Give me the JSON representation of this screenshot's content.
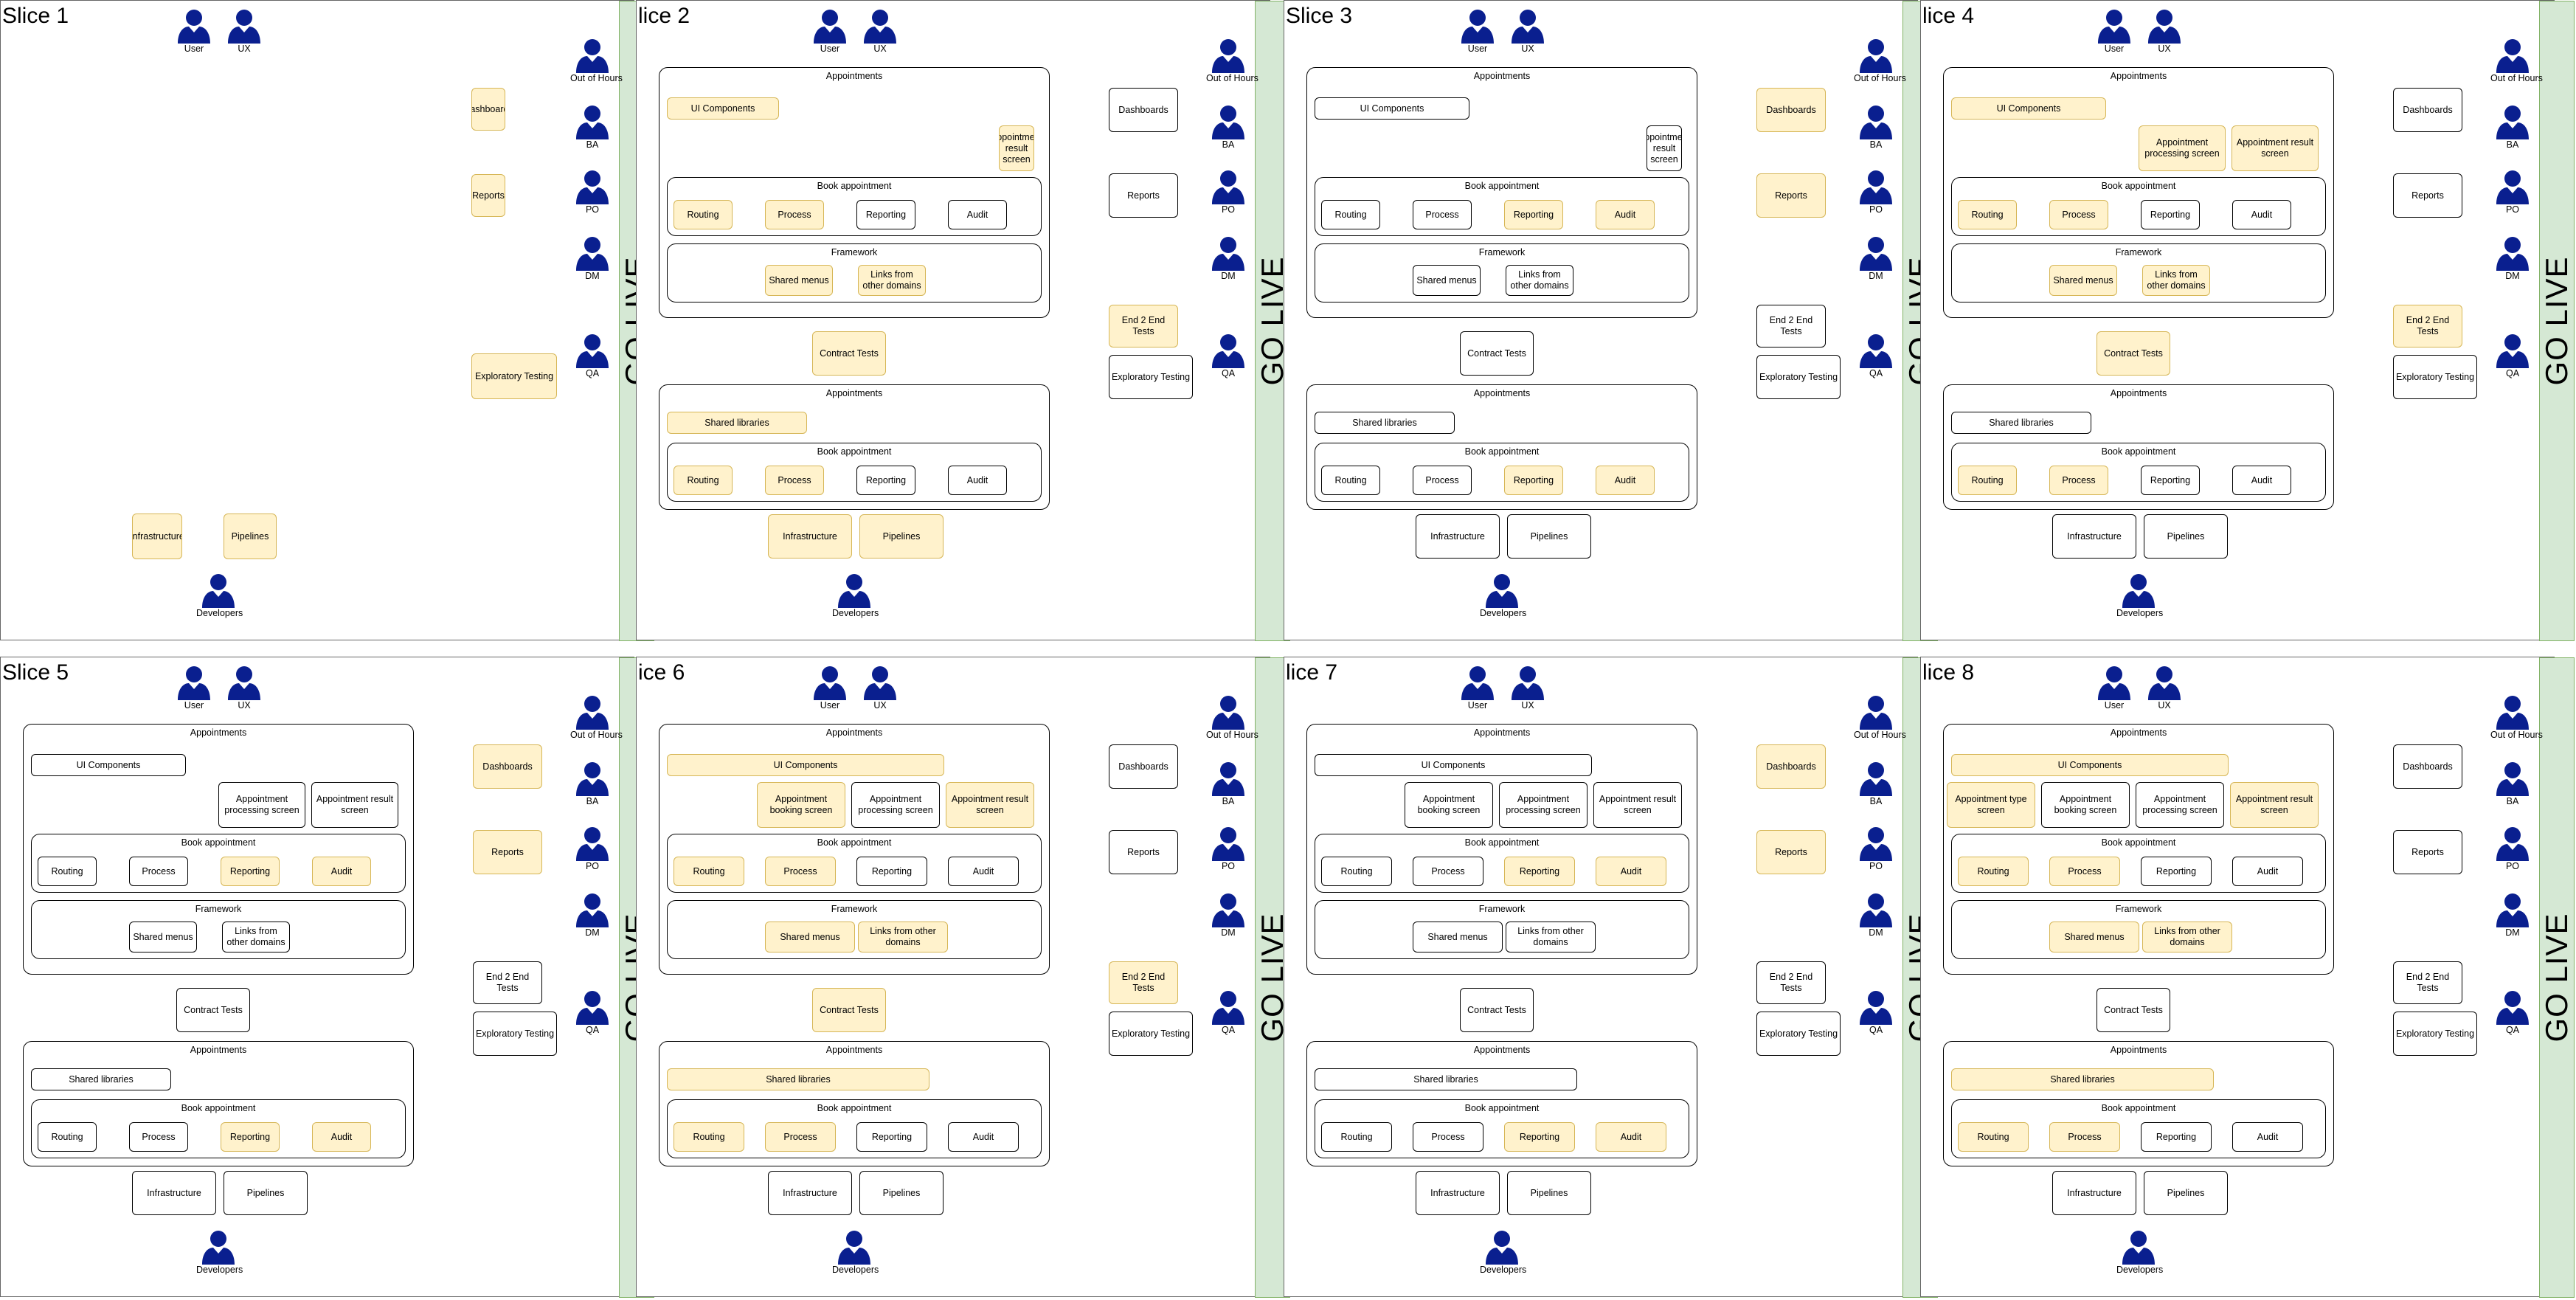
{
  "colors": {
    "highlight_fill": "#fff2cc",
    "highlight_stroke": "#d6b656",
    "golive_fill": "#d5e8d4",
    "person_blue": "#0a1f8f"
  },
  "icons": {
    "person": "person-icon"
  },
  "slices": [
    {
      "title": "Slice 1",
      "people": {
        "user": "User",
        "ux": "UX",
        "ooh": "Out of Hours",
        "ba": "BA",
        "po": "PO",
        "dm": "DM",
        "qa": "QA",
        "dev": "Developers"
      },
      "golive": "GO LIVE",
      "layout_a": null,
      "contract_tests": null,
      "bottom_group": null,
      "boxes": [
        {
          "label": "Dashboards",
          "hl": true
        },
        {
          "label": "Reports",
          "hl": true
        },
        {
          "label": "Exploratory Testing",
          "hl": true
        },
        {
          "label": "Infrastructure",
          "hl": true
        },
        {
          "label": "Pipelines",
          "hl": true
        }
      ]
    },
    {
      "title": "lice 2",
      "people": {
        "user": "User",
        "ux": "UX",
        "ooh": "Out of Hours",
        "ba": "BA",
        "po": "PO",
        "dm": "DM",
        "qa": "QA",
        "dev": "Developers"
      },
      "golive": "GO LIVE",
      "main": {
        "title": "Appointments",
        "ui_components": {
          "label": "UI Components",
          "hl": true
        },
        "screens": [
          {
            "label": "Appointment result screen",
            "hl": true
          }
        ],
        "book": {
          "title": "Book appointment",
          "items": [
            {
              "label": "Routing",
              "hl": true
            },
            {
              "label": "Process",
              "hl": true
            },
            {
              "label": "Reporting",
              "hl": false
            },
            {
              "label": "Audit",
              "hl": false
            }
          ]
        },
        "framework": {
          "title": "Framework",
          "items": [
            {
              "label": "Shared menus",
              "hl": true
            },
            {
              "label": "Links from other domains",
              "hl": true
            }
          ]
        }
      },
      "contract_tests": {
        "label": "Contract Tests",
        "hl": true
      },
      "bottom_group": {
        "title": "Appointments",
        "shared": {
          "label": "Shared libraries",
          "hl": true
        },
        "book": {
          "title": "Book appointment",
          "items": [
            {
              "label": "Routing",
              "hl": true
            },
            {
              "label": "Process",
              "hl": true
            },
            {
              "label": "Reporting",
              "hl": false
            },
            {
              "label": "Audit",
              "hl": false
            }
          ]
        }
      },
      "infra": {
        "label": "Infrastructure",
        "hl": true
      },
      "pipelines": {
        "label": "Pipelines",
        "hl": true
      },
      "side": [
        {
          "label": "Dashboards",
          "hl": false
        },
        {
          "label": "Reports",
          "hl": false
        },
        {
          "label": "End 2 End Tests",
          "hl": true
        },
        {
          "label": "Exploratory Testing",
          "hl": false
        }
      ]
    },
    {
      "title": "Slice 3",
      "people": {
        "user": "User",
        "ux": "UX",
        "ooh": "Out of Hours",
        "ba": "BA",
        "po": "PO",
        "dm": "DM",
        "qa": "QA",
        "dev": "Developers"
      },
      "golive": "GO LIVE",
      "main": {
        "title": "Appointments",
        "ui_components": {
          "label": "UI Components",
          "hl": false
        },
        "screens": [
          {
            "label": "Appointment result screen",
            "hl": false
          }
        ],
        "book": {
          "title": "Book appointment",
          "items": [
            {
              "label": "Routing",
              "hl": false
            },
            {
              "label": "Process",
              "hl": false
            },
            {
              "label": "Reporting",
              "hl": true
            },
            {
              "label": "Audit",
              "hl": true
            }
          ]
        },
        "framework": {
          "title": "Framework",
          "items": [
            {
              "label": "Shared menus",
              "hl": false
            },
            {
              "label": "Links from other domains",
              "hl": false
            }
          ]
        }
      },
      "contract_tests": {
        "label": "Contract Tests",
        "hl": false
      },
      "bottom_group": {
        "title": "Appointments",
        "shared": {
          "label": "Shared libraries",
          "hl": false
        },
        "book": {
          "title": "Book appointment",
          "items": [
            {
              "label": "Routing",
              "hl": false
            },
            {
              "label": "Process",
              "hl": false
            },
            {
              "label": "Reporting",
              "hl": true
            },
            {
              "label": "Audit",
              "hl": true
            }
          ]
        }
      },
      "infra": {
        "label": "Infrastructure",
        "hl": false
      },
      "pipelines": {
        "label": "Pipelines",
        "hl": false
      },
      "side": [
        {
          "label": "Dashboards",
          "hl": true
        },
        {
          "label": "Reports",
          "hl": true
        },
        {
          "label": "End 2 End Tests",
          "hl": false
        },
        {
          "label": "Exploratory Testing",
          "hl": false
        }
      ]
    },
    {
      "title": "lice 4",
      "people": {
        "user": "User",
        "ux": "UX",
        "ooh": "Out of Hours",
        "ba": "BA",
        "po": "PO",
        "dm": "DM",
        "qa": "QA",
        "dev": "Developers"
      },
      "golive": "GO LIVE",
      "main": {
        "title": "Appointments",
        "ui_components": {
          "label": "UI Components",
          "hl": true
        },
        "screens": [
          {
            "label": "Appointment processing screen",
            "hl": true
          },
          {
            "label": "Appointment result screen",
            "hl": true
          }
        ],
        "book": {
          "title": "Book appointment",
          "items": [
            {
              "label": "Routing",
              "hl": true
            },
            {
              "label": "Process",
              "hl": true
            },
            {
              "label": "Reporting",
              "hl": false
            },
            {
              "label": "Audit",
              "hl": false
            }
          ]
        },
        "framework": {
          "title": "Framework",
          "items": [
            {
              "label": "Shared menus",
              "hl": true
            },
            {
              "label": "Links from other domains",
              "hl": true
            }
          ]
        }
      },
      "contract_tests": {
        "label": "Contract Tests",
        "hl": true
      },
      "bottom_group": {
        "title": "Appointments",
        "shared": {
          "label": "Shared libraries",
          "hl": false
        },
        "book": {
          "title": "Book appointment",
          "items": [
            {
              "label": "Routing",
              "hl": true
            },
            {
              "label": "Process",
              "hl": true
            },
            {
              "label": "Reporting",
              "hl": false
            },
            {
              "label": "Audit",
              "hl": false
            }
          ]
        }
      },
      "infra": {
        "label": "Infrastructure",
        "hl": false
      },
      "pipelines": {
        "label": "Pipelines",
        "hl": false
      },
      "side": [
        {
          "label": "Dashboards",
          "hl": false
        },
        {
          "label": "Reports",
          "hl": false
        },
        {
          "label": "End 2 End Tests",
          "hl": true
        },
        {
          "label": "Exploratory Testing",
          "hl": false
        }
      ]
    },
    {
      "title": "Slice 5",
      "people": {
        "user": "User",
        "ux": "UX",
        "ooh": "Out of Hours",
        "ba": "BA",
        "po": "PO",
        "dm": "DM",
        "qa": "QA",
        "dev": "Developers"
      },
      "golive": "GO LIVE",
      "main": {
        "title": "Appointments",
        "ui_components": {
          "label": "UI Components",
          "hl": false
        },
        "screens": [
          {
            "label": "Appointment processing screen",
            "hl": false
          },
          {
            "label": "Appointment result screen",
            "hl": false
          }
        ],
        "book": {
          "title": "Book appointment",
          "items": [
            {
              "label": "Routing",
              "hl": false
            },
            {
              "label": "Process",
              "hl": false
            },
            {
              "label": "Reporting",
              "hl": true
            },
            {
              "label": "Audit",
              "hl": true
            }
          ]
        },
        "framework": {
          "title": "Framework",
          "items": [
            {
              "label": "Shared menus",
              "hl": false
            },
            {
              "label": "Links from other domains",
              "hl": false
            }
          ]
        }
      },
      "contract_tests": {
        "label": "Contract Tests",
        "hl": false
      },
      "bottom_group": {
        "title": "Appointments",
        "shared": {
          "label": "Shared libraries",
          "hl": false
        },
        "book": {
          "title": "Book appointment",
          "items": [
            {
              "label": "Routing",
              "hl": false
            },
            {
              "label": "Process",
              "hl": false
            },
            {
              "label": "Reporting",
              "hl": true
            },
            {
              "label": "Audit",
              "hl": true
            }
          ]
        }
      },
      "infra": {
        "label": "Infrastructure",
        "hl": false
      },
      "pipelines": {
        "label": "Pipelines",
        "hl": false
      },
      "side": [
        {
          "label": "Dashboards",
          "hl": true
        },
        {
          "label": "Reports",
          "hl": true
        },
        {
          "label": "End 2 End Tests",
          "hl": false
        },
        {
          "label": "Exploratory Testing",
          "hl": false
        }
      ]
    },
    {
      "title": "ice 6",
      "people": {
        "user": "User",
        "ux": "UX",
        "ooh": "Out of Hours",
        "ba": "BA",
        "po": "PO",
        "dm": "DM",
        "qa": "QA",
        "dev": "Developers"
      },
      "golive": "GO LIVE",
      "main": {
        "title": "Appointments",
        "ui_components": {
          "label": "UI Components",
          "hl": true
        },
        "screens": [
          {
            "label": "Appointment booking screen",
            "hl": true
          },
          {
            "label": "Appointment processing screen",
            "hl": false
          },
          {
            "label": "Appointment result screen",
            "hl": true
          }
        ],
        "book": {
          "title": "Book appointment",
          "items": [
            {
              "label": "Routing",
              "hl": true
            },
            {
              "label": "Process",
              "hl": true
            },
            {
              "label": "Reporting",
              "hl": false
            },
            {
              "label": "Audit",
              "hl": false
            }
          ]
        },
        "framework": {
          "title": "Framework",
          "items": [
            {
              "label": "Shared menus",
              "hl": true
            },
            {
              "label": "Links from other domains",
              "hl": true
            }
          ]
        }
      },
      "contract_tests": {
        "label": "Contract Tests",
        "hl": true
      },
      "bottom_group": {
        "title": "Appointments",
        "shared": {
          "label": "Shared libraries",
          "hl": true
        },
        "book": {
          "title": "Book appointment",
          "items": [
            {
              "label": "Routing",
              "hl": true
            },
            {
              "label": "Process",
              "hl": true
            },
            {
              "label": "Reporting",
              "hl": false
            },
            {
              "label": "Audit",
              "hl": false
            }
          ]
        }
      },
      "infra": {
        "label": "Infrastructure",
        "hl": false
      },
      "pipelines": {
        "label": "Pipelines",
        "hl": false
      },
      "side": [
        {
          "label": "Dashboards",
          "hl": false
        },
        {
          "label": "Reports",
          "hl": false
        },
        {
          "label": "End 2 End Tests",
          "hl": true
        },
        {
          "label": "Exploratory Testing",
          "hl": false
        }
      ]
    },
    {
      "title": "lice 7",
      "people": {
        "user": "User",
        "ux": "UX",
        "ooh": "Out of Hours",
        "ba": "BA",
        "po": "PO",
        "dm": "DM",
        "qa": "QA",
        "dev": "Developers"
      },
      "golive": "GO LIVE",
      "main": {
        "title": "Appointments",
        "ui_components": {
          "label": "UI Components",
          "hl": false
        },
        "screens": [
          {
            "label": "Appointment booking screen",
            "hl": false
          },
          {
            "label": "Appointment processing screen",
            "hl": false
          },
          {
            "label": "Appointment result screen",
            "hl": false
          }
        ],
        "book": {
          "title": "Book appointment",
          "items": [
            {
              "label": "Routing",
              "hl": false
            },
            {
              "label": "Process",
              "hl": false
            },
            {
              "label": "Reporting",
              "hl": true
            },
            {
              "label": "Audit",
              "hl": true
            }
          ]
        },
        "framework": {
          "title": "Framework",
          "items": [
            {
              "label": "Shared menus",
              "hl": false
            },
            {
              "label": "Links from other domains",
              "hl": false
            }
          ]
        }
      },
      "contract_tests": {
        "label": "Contract Tests",
        "hl": false
      },
      "bottom_group": {
        "title": "Appointments",
        "shared": {
          "label": "Shared libraries",
          "hl": false
        },
        "book": {
          "title": "Book appointment",
          "items": [
            {
              "label": "Routing",
              "hl": false
            },
            {
              "label": "Process",
              "hl": false
            },
            {
              "label": "Reporting",
              "hl": true
            },
            {
              "label": "Audit",
              "hl": true
            }
          ]
        }
      },
      "infra": {
        "label": "Infrastructure",
        "hl": false
      },
      "pipelines": {
        "label": "Pipelines",
        "hl": false
      },
      "side": [
        {
          "label": "Dashboards",
          "hl": true
        },
        {
          "label": "Reports",
          "hl": true
        },
        {
          "label": "End 2 End Tests",
          "hl": false
        },
        {
          "label": "Exploratory Testing",
          "hl": false
        }
      ]
    },
    {
      "title": "lice 8",
      "people": {
        "user": "User",
        "ux": "UX",
        "ooh": "Out of Hours",
        "ba": "BA",
        "po": "PO",
        "dm": "DM",
        "qa": "QA",
        "dev": "Developers"
      },
      "golive": "GO LIVE",
      "main": {
        "title": "Appointments",
        "ui_components": {
          "label": "UI Components",
          "hl": true
        },
        "screens": [
          {
            "label": "Appointment type screen",
            "hl": true
          },
          {
            "label": "Appointment booking screen",
            "hl": false
          },
          {
            "label": "Appointment processing screen",
            "hl": false
          },
          {
            "label": "Appointment result screen",
            "hl": true
          }
        ],
        "book": {
          "title": "Book appointment",
          "items": [
            {
              "label": "Routing",
              "hl": true
            },
            {
              "label": "Process",
              "hl": true
            },
            {
              "label": "Reporting",
              "hl": false
            },
            {
              "label": "Audit",
              "hl": false
            }
          ]
        },
        "framework": {
          "title": "Framework",
          "items": [
            {
              "label": "Shared menus",
              "hl": true
            },
            {
              "label": "Links from other domains",
              "hl": true
            }
          ]
        }
      },
      "contract_tests": {
        "label": "Contract Tests",
        "hl": false
      },
      "bottom_group": {
        "title": "Appointments",
        "shared": {
          "label": "Shared libraries",
          "hl": true
        },
        "book": {
          "title": "Book appointment",
          "items": [
            {
              "label": "Routing",
              "hl": true
            },
            {
              "label": "Process",
              "hl": true
            },
            {
              "label": "Reporting",
              "hl": false
            },
            {
              "label": "Audit",
              "hl": false
            }
          ]
        }
      },
      "infra": {
        "label": "Infrastructure",
        "hl": false
      },
      "pipelines": {
        "label": "Pipelines",
        "hl": false
      },
      "side": [
        {
          "label": "Dashboards",
          "hl": false
        },
        {
          "label": "Reports",
          "hl": false
        },
        {
          "label": "End 2 End Tests",
          "hl": false
        },
        {
          "label": "Exploratory Testing",
          "hl": false
        }
      ]
    }
  ]
}
